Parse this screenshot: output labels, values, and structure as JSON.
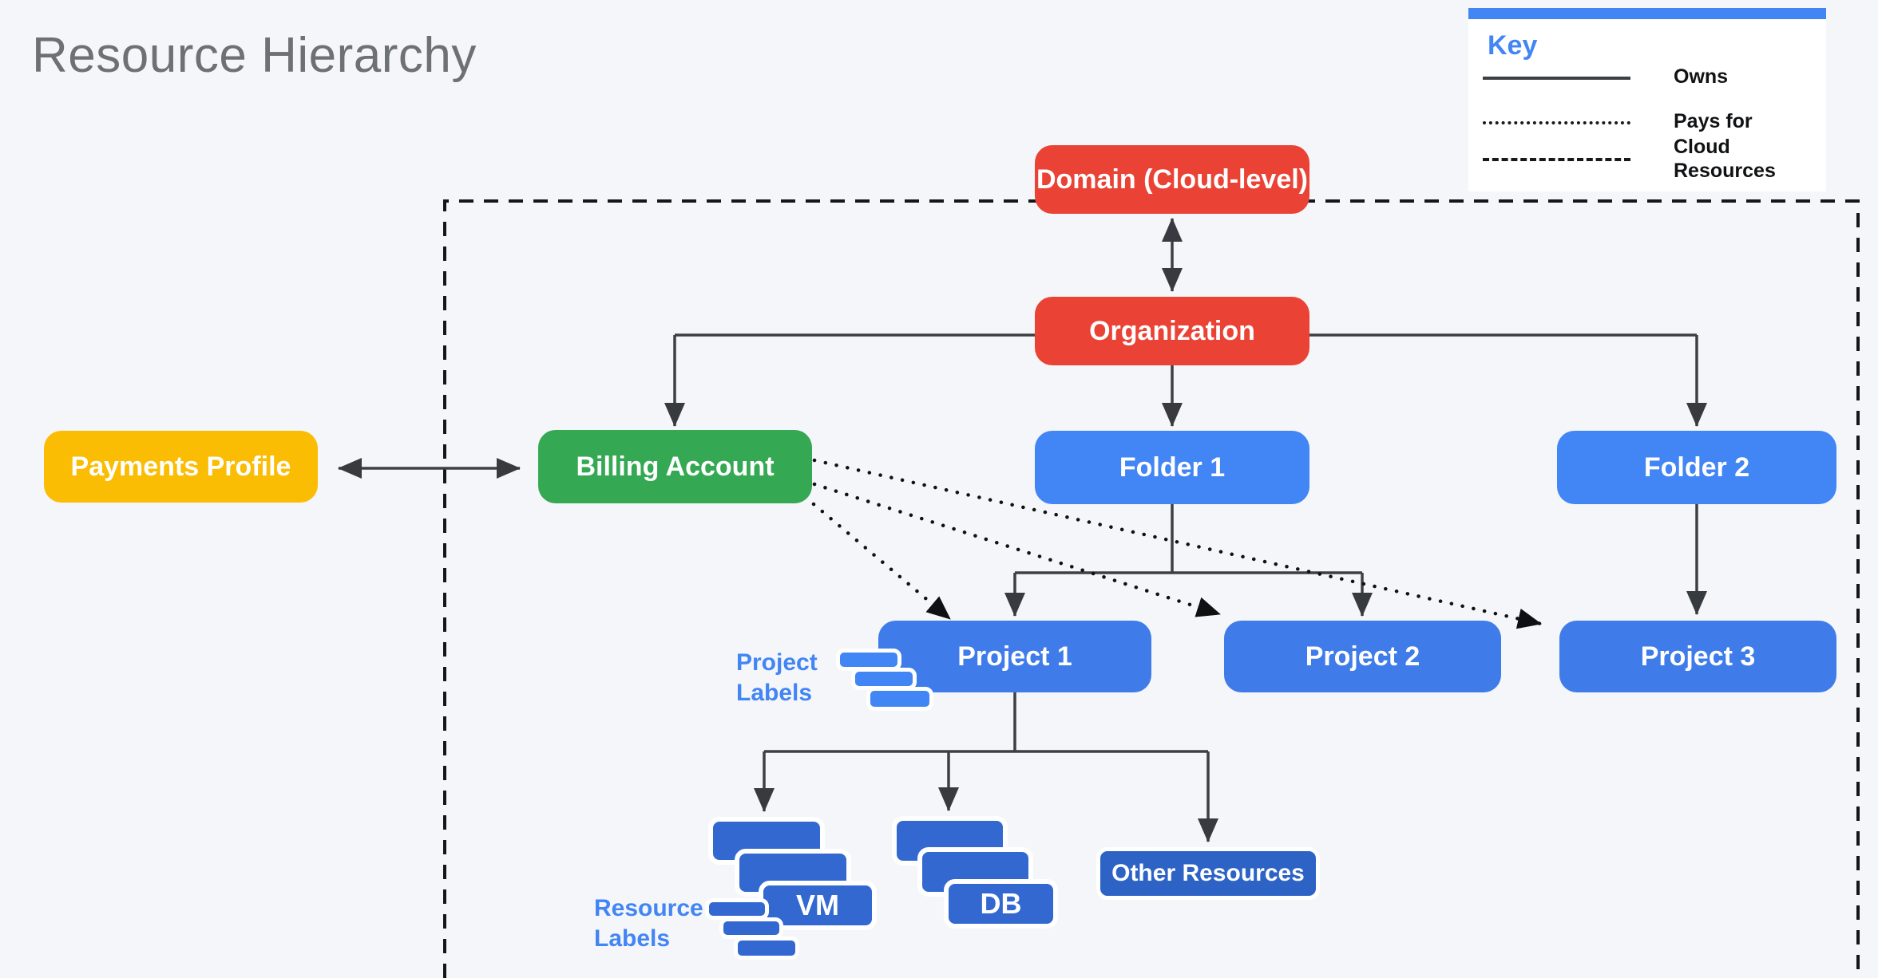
{
  "title": "Resource Hierarchy",
  "key": {
    "heading": "Key",
    "items": [
      {
        "style": "solid",
        "label": "Owns"
      },
      {
        "style": "dotted",
        "label": "Pays for"
      },
      {
        "style": "dashed",
        "label": "Cloud Resources"
      }
    ]
  },
  "nodes": {
    "domain": {
      "label": "Domain (Cloud-level)",
      "color": "#EA4335"
    },
    "organization": {
      "label": "Organization",
      "color": "#EA4335"
    },
    "payments_profile": {
      "label": "Payments Profile",
      "color": "#FBBC04"
    },
    "billing_account": {
      "label": "Billing Account",
      "color": "#34A853"
    },
    "folder1": {
      "label": "Folder 1",
      "color": "#4285F4"
    },
    "folder2": {
      "label": "Folder 2",
      "color": "#4285F4"
    },
    "project1": {
      "label": "Project 1",
      "color": "#3F7CEA"
    },
    "project2": {
      "label": "Project 2",
      "color": "#3F7CEA"
    },
    "project3": {
      "label": "Project 3",
      "color": "#3F7CEA"
    },
    "vm": {
      "label": "VM",
      "color": "#3368D1"
    },
    "db": {
      "label": "DB",
      "color": "#3368D1"
    },
    "other_resources": {
      "label": "Other Resources",
      "color": "#2E63C6"
    }
  },
  "annotations": {
    "project_labels": "Project Labels",
    "resource_labels": "Resource Labels"
  },
  "edges": {
    "owns_style": "solid",
    "pays_for_style": "dotted",
    "cloud_resources_boundary_style": "dashed",
    "line_color": "#3C4043",
    "dotted_color": "#111111"
  }
}
